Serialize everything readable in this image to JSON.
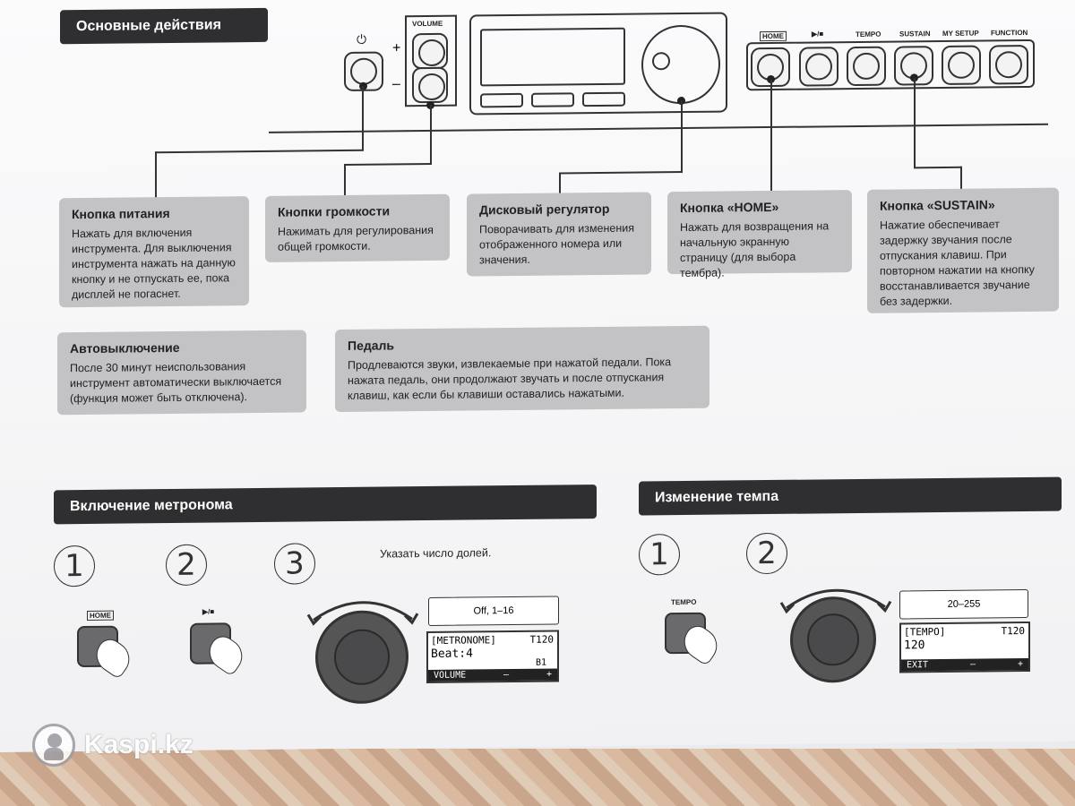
{
  "sections": {
    "basic": "Основные действия",
    "metronome": "Включение метронома",
    "tempo": "Изменение темпа"
  },
  "panel": {
    "volume_label": "VOLUME",
    "vol_plus": "+",
    "vol_minus": "–",
    "buttons": [
      "HOME",
      "▶/■",
      "TEMPO",
      "SUSTAIN",
      "MY SETUP",
      "FUNCTION"
    ]
  },
  "boxes": [
    {
      "title": "Кнопка питания",
      "text": "Нажать для включения инструмента. Для выключения инструмента нажать на данную кнопку и не отпускать ее, пока дисплей не погаснет."
    },
    {
      "title": "Кнопки громкости",
      "text": "Нажимать для регулирования общей громкости."
    },
    {
      "title": "Дисковый регулятор",
      "text": "Поворачивать для изменения отображенного номера или значения."
    },
    {
      "title": "Кнопка «HOME»",
      "text": "Нажать для возвращения на начальную экранную страницу (для выбора тембра)."
    },
    {
      "title": "Кнопка «SUSTAIN»",
      "text": "Нажатие обеспечивает задержку звучания после отпускания клавиш. При повторном нажатии на кнопку восстанавливается звучание без задержки."
    },
    {
      "title": "Автовыключение",
      "text": "После 30 минут неиспользования инструмент автоматически выключается (функция может быть отключена)."
    },
    {
      "title": "Педаль",
      "text": "Продлеваются звуки, извлекаемые при нажатой педали. Пока нажата педаль, они продолжают звучать и после отпускания клавиш, как если бы клавиши оставались нажатыми."
    }
  ],
  "metronome": {
    "steps": [
      "1",
      "2",
      "3"
    ],
    "btn1": "HOME",
    "btn2": "▶/■",
    "instruction": "Указать число долей.",
    "range": "Off, 1–16",
    "lcd_title": "[METRONOME]",
    "lcd_tempo": "T120",
    "lcd_value": "Beat:4",
    "lcd_sub": "B1",
    "lcd_bar_left": "VOLUME",
    "lcd_bar_minus": "–",
    "lcd_bar_plus": "+"
  },
  "tempo": {
    "steps": [
      "1",
      "2"
    ],
    "btn": "TEMPO",
    "range": "20–255",
    "lcd_title": "[TEMPO]",
    "lcd_tempo": "T120",
    "lcd_value": "120",
    "lcd_bar_left": "EXIT",
    "lcd_bar_minus": "–",
    "lcd_bar_plus": "+"
  },
  "watermark": "Kaspi.kz"
}
